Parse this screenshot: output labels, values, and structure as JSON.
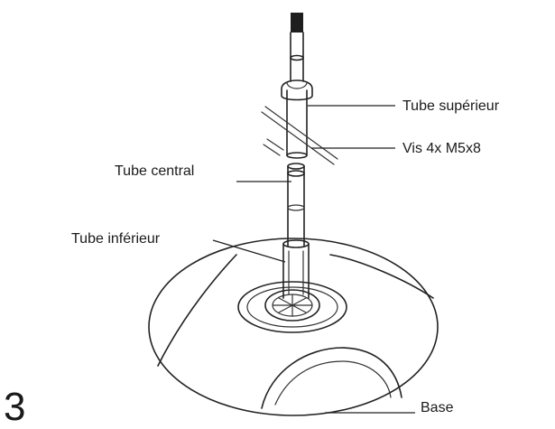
{
  "figure": {
    "step_number": "3",
    "labels": {
      "upper_tube": "Tube supérieur",
      "screws": "Vis 4x M5x8",
      "center_tube": "Tube central",
      "lower_tube": "Tube inférieur",
      "base": "Base"
    }
  },
  "colors": {
    "ink": "#222222",
    "background": "#ffffff"
  }
}
